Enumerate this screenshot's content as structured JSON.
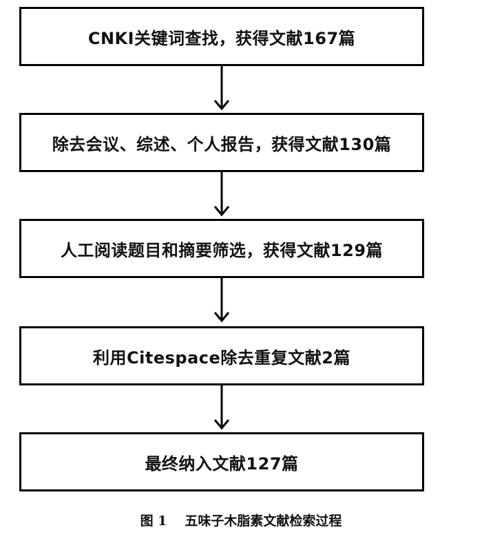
{
  "steps": [
    "CNKI关键词查找，获得文献167篇",
    "除去会议、综述、个人报告，获得文献130篇",
    "人工阅读题目和摘要筛选，获得文献129篇",
    "利用Citespace除去重复文献2篇",
    "最终纳入文献127篇"
  ],
  "caption": {
    "number": "图 1",
    "title": "五味子木脂素文献检索过程"
  }
}
